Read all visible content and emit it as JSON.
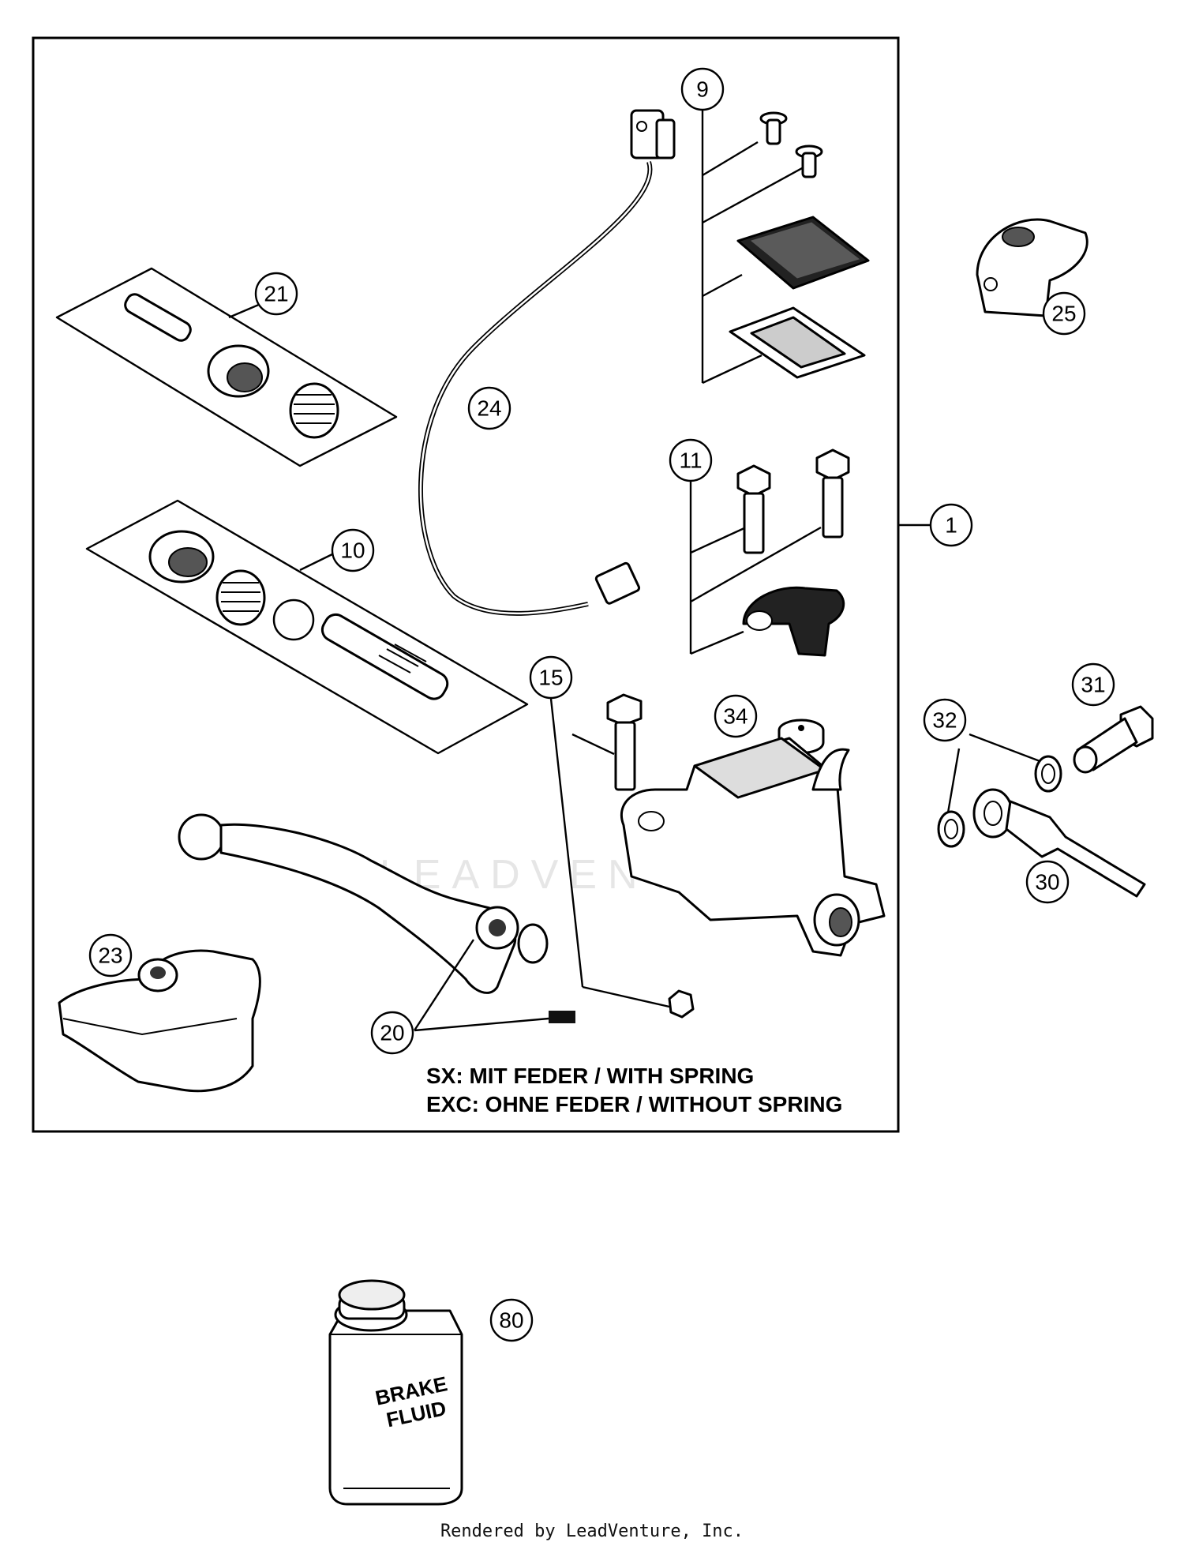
{
  "diagram": {
    "callouts": [
      {
        "id": "c1",
        "label": "1"
      },
      {
        "id": "c9",
        "label": "9"
      },
      {
        "id": "c10",
        "label": "10"
      },
      {
        "id": "c11",
        "label": "11"
      },
      {
        "id": "c15",
        "label": "15"
      },
      {
        "id": "c20",
        "label": "20"
      },
      {
        "id": "c21",
        "label": "21"
      },
      {
        "id": "c23",
        "label": "23"
      },
      {
        "id": "c24",
        "label": "24"
      },
      {
        "id": "c25",
        "label": "25"
      },
      {
        "id": "c30",
        "label": "30"
      },
      {
        "id": "c31",
        "label": "31"
      },
      {
        "id": "c32",
        "label": "32"
      },
      {
        "id": "c34",
        "label": "34"
      },
      {
        "id": "c80",
        "label": "80"
      }
    ],
    "note_line1": "SX: MIT FEDER / WITH SPRING",
    "note_line2": "EXC: OHNE FEDER / WITHOUT SPRING",
    "can_label_line1": "BRAKE",
    "can_label_line2": "FLUID",
    "watermark": "LEADVENTURE"
  },
  "footer": "Rendered by LeadVenture, Inc."
}
